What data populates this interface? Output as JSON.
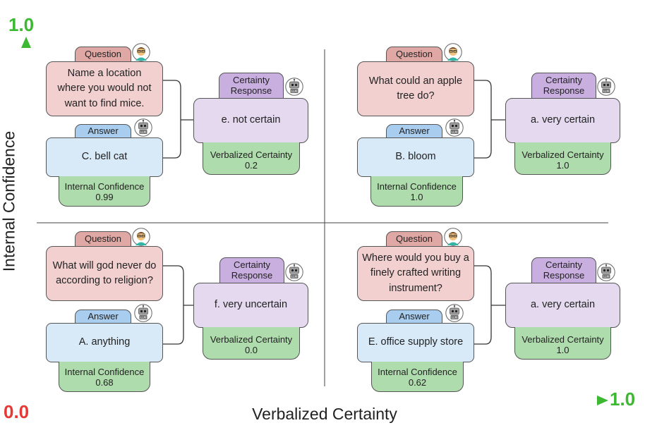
{
  "axes": {
    "y_label": "Internal Confidence",
    "x_label": "Verbalized Certainty",
    "origin": "0.0",
    "y_max": "1.0",
    "x_max": "1.0",
    "colors": {
      "start": "#e53935",
      "end": "#3cb832"
    }
  },
  "labels": {
    "question": "Question",
    "answer": "Answer",
    "certainty_response_line1": "Certainty",
    "certainty_response_line2": "Response",
    "internal_confidence": "Internal Confidence",
    "verbalized_certainty": "Verbalized Certainty"
  },
  "panels": [
    {
      "question": "Name a location where you would not want to find mice.",
      "answer": "C. bell cat",
      "internal_confidence": "0.99",
      "certainty_response": "e. not certain",
      "verbalized_certainty": "0.2"
    },
    {
      "question": "What could an apple tree do?",
      "answer": "B. bloom",
      "internal_confidence": "1.0",
      "certainty_response": "a. very certain",
      "verbalized_certainty": "1.0"
    },
    {
      "question": "What will god never do according to religion?",
      "answer": "A. anything",
      "internal_confidence": "0.68",
      "certainty_response": "f. very uncertain",
      "verbalized_certainty": "0.0"
    },
    {
      "question": "Where would you buy a finely crafted writing instrument?",
      "answer": "E. office supply store",
      "internal_confidence": "0.62",
      "certainty_response": "a. very certain",
      "verbalized_certainty": "1.0"
    }
  ],
  "icons": {
    "human": "human-avatar-icon",
    "robot": "llm-robot-icon"
  }
}
